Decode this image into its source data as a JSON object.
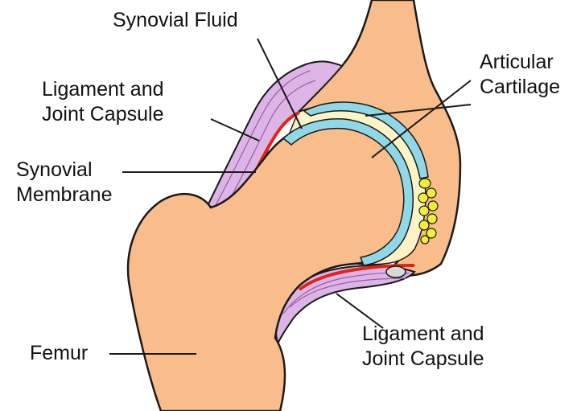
{
  "labels": {
    "synovial_fluid": "Synovial Fluid",
    "ligament_capsule_top": [
      "Ligament and",
      "Joint Capsule"
    ],
    "synovial_membrane": [
      "Synovial",
      "Membrane"
    ],
    "articular_cartilage": [
      "Articular",
      "Cartilage"
    ],
    "ligament_capsule_bottom": [
      "Ligament and",
      "Joint Capsule"
    ],
    "femur": "Femur"
  },
  "colors": {
    "bone": "#f8bd8b",
    "outline": "#1a1a1a",
    "capsule": "#dcb5e6",
    "capsule_fibre": "#9a5aa6",
    "membrane": "#e2231a",
    "fluid": "#fdf3c6",
    "cartilage": "#8fd8e8",
    "fat_pad": "#f2ee35",
    "ligament_teres": "#d8d8d8"
  }
}
